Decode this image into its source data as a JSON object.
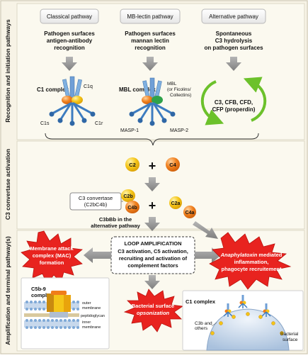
{
  "sections": {
    "recognition": "Recognition and initiation pathways",
    "c3_convertase": "C3 convertase activation",
    "amplification": "Amplification and terminal pathway(s)"
  },
  "pathways": {
    "classical": {
      "title": "Classical pathway",
      "desc": [
        "Pathogen surfaces",
        "antigen-antibody",
        "recognition"
      ],
      "complex": "C1 complex",
      "labels": {
        "c1q": "C1q",
        "c1s": "C1s",
        "c1r": "C1r"
      }
    },
    "lectin": {
      "title": "MB-lectin pathway",
      "desc": [
        "Pathogen surfaces",
        "mannan lectin",
        "recognition"
      ],
      "complex": "MBL complex",
      "labels": {
        "mbl": [
          "MBL",
          "(or Ficolins/",
          "Collectins)"
        ],
        "masp1": "MASP-1",
        "masp2": "MASP-2"
      }
    },
    "alternative": {
      "title": "Alternative pathway",
      "desc": [
        "Spontaneous",
        "C3 hydrolysis",
        "on pathogen surfaces"
      ],
      "cycle": [
        "C3, CFB, CFD,",
        "CFP (properdin)"
      ]
    }
  },
  "convertase": {
    "c2": "C2",
    "c4": "C4",
    "plus": "+",
    "label": [
      "C3 convertase",
      "(C2bC4b)"
    ],
    "c2b": "C2b",
    "c4b": "C4b",
    "c2a": "C2a",
    "c4a": "C4a",
    "alt": [
      "C3bBb in the",
      "alternative pathway"
    ]
  },
  "loop": {
    "title": "LOOP AMPLIFICATION",
    "lines": [
      "C3 activation, C5 activation,",
      "recruiting and activation of",
      "complement factors"
    ]
  },
  "mac": {
    "burst": [
      "Membrane attack",
      "complex (MAC)",
      "formation"
    ],
    "complex": [
      "C5b-9",
      "complex"
    ],
    "layers": {
      "outer": [
        "outer",
        "membrane"
      ],
      "pg": "peptidoglycan",
      "inner": [
        "inner",
        "membrane"
      ]
    }
  },
  "anaphylatoxin": {
    "italic": "Anaphylatoxin",
    "rest": " mediated",
    "lines": [
      "inflammation,",
      "phagocyte recruitement"
    ]
  },
  "opsonization": {
    "lines": [
      "Bacterial surface",
      "opsonization"
    ]
  },
  "bacterium": {
    "complex": "C1 complex",
    "c3b": [
      "C3b and",
      "others"
    ],
    "surface": [
      "Bacterial",
      "surface"
    ]
  },
  "colors": {
    "bg_outer": "#f7f3e6",
    "bg_panel": "#fbf9ef",
    "arrow": "#8e8e8e",
    "c2_yellow": "#f2c21b",
    "c4_orange": "#f07d1a",
    "burst_red": "#e8231f",
    "cycle_green": "#6cc12b",
    "antibody_blue": "#3d7cc0"
  }
}
